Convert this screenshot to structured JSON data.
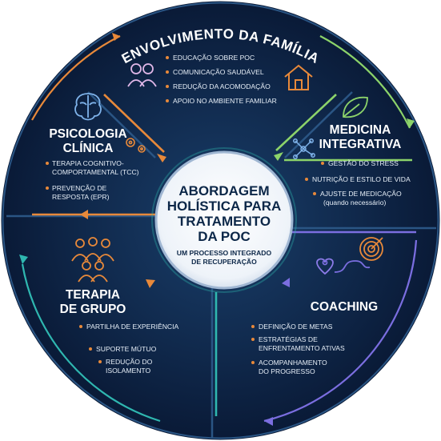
{
  "top": {
    "title": "ENVOLVIMENTO DA FAMÍLIA",
    "items": [
      "EDUCAÇÃO SOBRE POC",
      "COMUNICAÇÃO SAUDÁVEL",
      "REDUÇÃO DA ACOMODAÇÃO",
      "APOIO NO AMBIENTE FAMILIAR"
    ],
    "icon": "house-icon"
  },
  "center": {
    "title_lines": [
      "ABORDAGEM",
      "HOLÍSTICA PARA",
      "TRATAMENTO",
      "DA POC"
    ],
    "subtitle_lines": [
      "UM PROCESSO INTEGRADO",
      "DE RECUPERAÇÃO"
    ]
  },
  "psicologia": {
    "title_lines": [
      "PSICOLOGIA",
      "CLÍNICA"
    ],
    "items": [
      [
        "TERAPIA COGNITIVO-",
        "COMPORTAMENTAL (TCC)"
      ],
      [
        "PREVENÇÃO DE",
        "RESPOSTA (EPR)"
      ]
    ]
  },
  "medicina": {
    "title_lines": [
      "MEDICINA",
      "INTEGRATIVA"
    ],
    "items": [
      [
        "GESTÃO DO STRESS"
      ],
      [
        "NUTRIÇÃO E ESTILO DE VIDA"
      ],
      [
        "AJUSTE DE MEDICAÇÃO",
        "(quando necessário)"
      ]
    ]
  },
  "grupo": {
    "title_lines": [
      "TERAPIA",
      "DE GRUPO"
    ],
    "items": [
      [
        "PARTILHA DE EXPERIÊNCIA"
      ],
      [
        "SUPORTE MÚTUO"
      ],
      [
        "REDUÇÃO DO",
        "ISOLAMENTO"
      ]
    ]
  },
  "coaching": {
    "title_lines": [
      "COACHING"
    ],
    "items": [
      [
        "DEFINIÇÃO DE METAS"
      ],
      [
        "ESTRATÉGIAS DE",
        "ENFRENTAMENTO ATIVAS"
      ],
      [
        "ACOMPANHAMENTO",
        "DO PROGRESSO"
      ]
    ]
  },
  "colors": {
    "background_dark": "#0a1a33",
    "background_mid": "#123055",
    "ring_border": "#1c3c62",
    "accent_orange": "#e8893a",
    "accent_teal": "#2fb7b0",
    "accent_green": "#8cd36a",
    "accent_purple": "#7b6ee0",
    "center_fill": "#f4f7fb",
    "center_text": "#0c2748"
  }
}
